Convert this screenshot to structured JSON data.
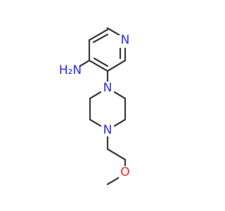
{
  "molecule": {
    "atoms": {
      "pyridine_n": "N",
      "amine": "H₂N",
      "piperazine_n1": "N",
      "piperazine_n4": "N",
      "ether_o": "O"
    }
  },
  "colors": {
    "bond": "#3a3a3a",
    "nitrogen": "#2b2bff",
    "oxygen": "#ff2020",
    "background": "#ffffff"
  }
}
